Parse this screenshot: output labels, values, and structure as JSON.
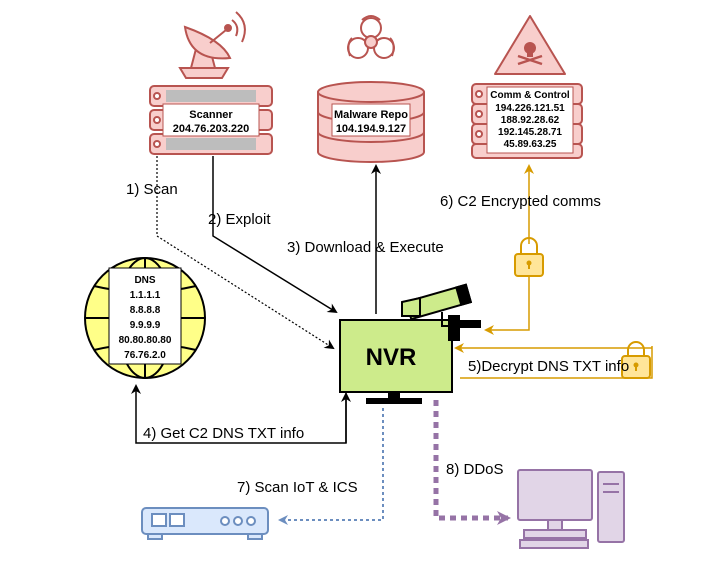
{
  "nodes": {
    "scanner": {
      "title": "Scanner",
      "ip": "204.76.203.220"
    },
    "malware_repo": {
      "title": "Malware Repo",
      "ip": "104.194.9.127"
    },
    "c2": {
      "title": "Comm & Control",
      "ips": [
        "194.226.121.51",
        "188.92.28.62",
        "192.145.28.71",
        "45.89.63.25"
      ]
    },
    "dns": {
      "title": "DNS",
      "servers": [
        "1.1.1.1",
        "8.8.8.8",
        "9.9.9.9",
        "80.80.80.80",
        "76.76.2.0"
      ]
    },
    "nvr": {
      "title": "NVR"
    }
  },
  "edges": {
    "scan": "1) Scan",
    "exploit": "2) Exploit",
    "download": "3) Download & Execute",
    "dns_txt": "4) Get C2 DNS TXT info",
    "decrypt": "5)Decrypt DNS TXT info",
    "c2_comms": "6) C2 Encrypted comms",
    "scan_iot": "7) Scan IoT & ICS",
    "ddos": "8) DDoS"
  },
  "colors": {
    "server_fill": "#f8cecc",
    "server_stroke": "#b85450",
    "nvr_fill": "#cdeb8b",
    "dns_fill": "#ffff88",
    "lock_fill": "#ffe599",
    "lock_stroke": "#d79b00",
    "iot_fill": "#dae8fc",
    "iot_stroke": "#6c8ebf",
    "pc_fill": "#e1d5e7",
    "pc_stroke": "#9673a6",
    "dotted_blue": "#6c8ebf",
    "ddos_purple": "#9673a6",
    "orange": "#d79b00"
  }
}
